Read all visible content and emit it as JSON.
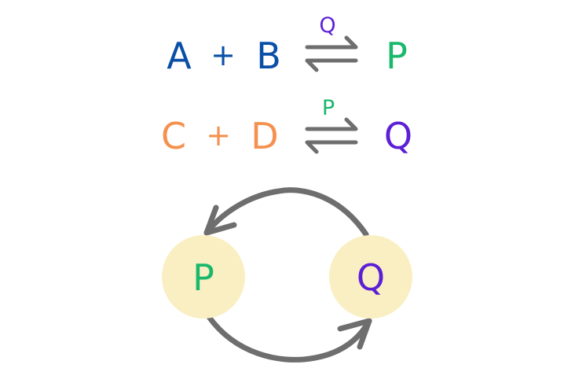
{
  "colors": {
    "blue": "#0a4fa6",
    "green": "#1ab86c",
    "orange": "#f4914e",
    "purple": "#5b1fd6",
    "arrow": "#6e6e6e",
    "circle_fill": "#faefc2"
  },
  "reactions": [
    {
      "reactant1": "A",
      "plus": "+",
      "reactant2": "B",
      "catalyst": "Q",
      "product": "P"
    },
    {
      "reactant1": "C",
      "plus": "+",
      "reactant2": "D",
      "catalyst": "P",
      "product": "Q"
    }
  ],
  "cycle": {
    "left_node": "P",
    "right_node": "Q"
  },
  "icons": {
    "equilibrium": "equilibrium-arrows-icon",
    "cycle_top": "curved-arrow-left-icon",
    "cycle_bottom": "curved-arrow-right-icon"
  }
}
